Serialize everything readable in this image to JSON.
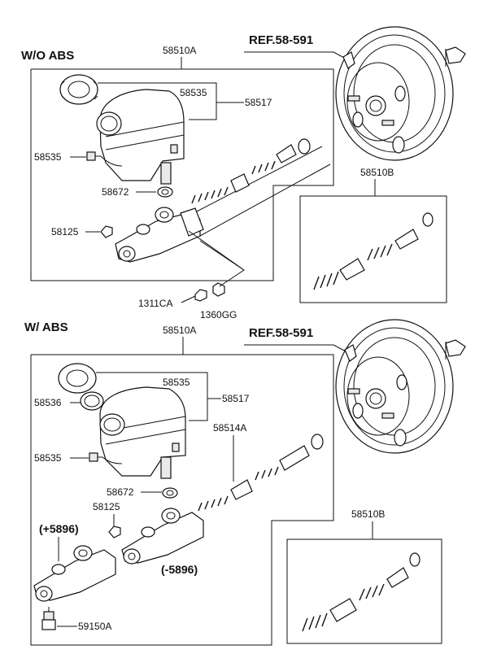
{
  "sections": {
    "without_abs": {
      "title": "W/O ABS",
      "ref": "REF.58-591",
      "labels": {
        "assembly": "58510A",
        "cap_seal": "58535",
        "reservoir": "58517",
        "sensor": "58535",
        "grommet": "58672",
        "plug": "58125",
        "nut": "1311CA",
        "washer": "1360GG",
        "piston_kit": "58510B"
      }
    },
    "with_abs": {
      "title": "W/ ABS",
      "ref": "REF.58-591",
      "labels": {
        "assembly": "58510A",
        "cap_seal": "58535",
        "reservoir": "58517",
        "strainer": "58536",
        "sensor": "58535",
        "piston": "58514A",
        "grommet": "58672",
        "plug": "58125",
        "variant_plus": "(+5896)",
        "variant_minus": "(-5896)",
        "switch": "59150A",
        "piston_kit": "58510B"
      }
    }
  }
}
